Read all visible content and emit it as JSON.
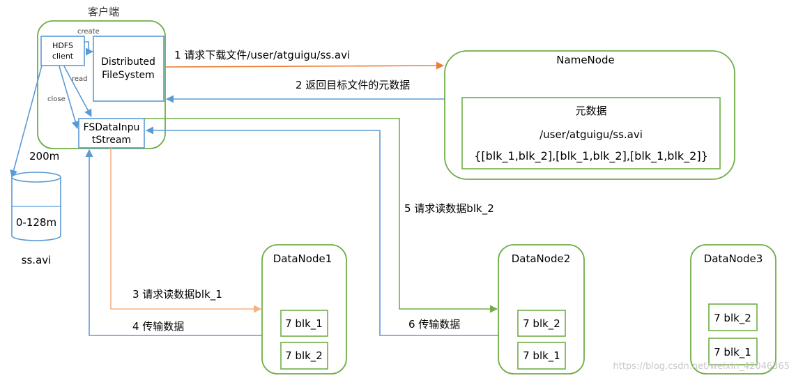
{
  "client": {
    "title": "客户端",
    "hdfs_client_line1": "HDFS",
    "hdfs_client_line2": "client",
    "dfs_line1": "Distributed",
    "dfs_line2": "FileSystem",
    "fsdis_line1": "FSDataInpu",
    "fsdis_line2": "tStream",
    "create_label": "create",
    "read_label": "read",
    "close_label": "close"
  },
  "local_file": {
    "size_label": "200m",
    "range_label": "0-128m",
    "name_label": "ss.avi"
  },
  "namenode": {
    "title": "NameNode",
    "metadata_title": "元数据",
    "metadata_path": "/user/atguigu/ss.avi",
    "metadata_blocks": "{[blk_1,blk_2],[blk_1,blk_2],[blk_1,blk_2]}"
  },
  "steps": {
    "step1": "1 请求下载文件/user/atguigu/ss.avi",
    "step2": "2 返回目标文件的元数据",
    "step3": "3 请求读数据blk_1",
    "step4": "4 传输数据",
    "step5": "5 请求读数据blk_2",
    "step6": "6 传输数据"
  },
  "datanodes": [
    {
      "title": "DataNode1",
      "blocks": [
        "7 blk_1",
        "7 blk_2"
      ]
    },
    {
      "title": "DataNode2",
      "blocks": [
        "7 blk_2",
        "7 blk_1"
      ]
    },
    {
      "title": "DataNode3",
      "blocks": [
        "7 blk_2",
        "7 blk_1"
      ]
    }
  ],
  "watermark": "https://blog.csdn.net/weixin_42046365",
  "colors": {
    "green": "#70ad47",
    "blue": "#5b9bd5",
    "orange": "#ed7d31",
    "light_orange": "#f4b183"
  }
}
